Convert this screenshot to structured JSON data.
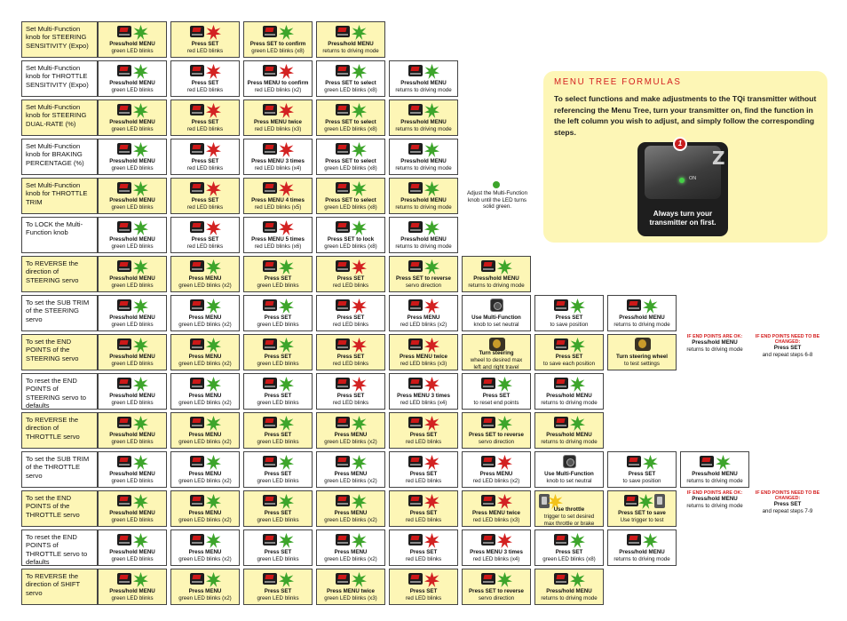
{
  "colors": {
    "accent_red": "#d42020",
    "panel_yellow": "#fdf6b6",
    "led_green": "#3da52b",
    "led_red": "#d32222"
  },
  "icons": {
    "transmitter_switch": "menu-switch-icon",
    "green_led": "green-led-burst-icon",
    "red_led": "red-led-burst-icon",
    "knob": "multi-function-knob-icon",
    "wheel": "steering-wheel-icon",
    "trigger": "throttle-trigger-icon"
  },
  "formula": {
    "title": "MENU TREE FORMULAS",
    "body": "To select functions and make adjustments to the TQi transmitter without referencing the Menu Tree, turn your transmitter on, find the function in the left column you wish to adjust, and simply follow the corresponding steps.",
    "badge": "1",
    "photo_on_label": "ON",
    "photo_model_letter": "Z",
    "caption": "Always turn your transmitter on first."
  },
  "rows": [
    {
      "label": "Set Multi-Function knob for STEERING SENSITIVITY (Expo)",
      "steps": [
        {
          "t1": "Press/hold MENU",
          "t2": "green LED blinks"
        },
        {
          "t1": "Press SET",
          "t2": "red LED blinks"
        },
        {
          "t1": "Press SET to confirm",
          "t2": "green LED blinks (x8)"
        },
        {
          "t1": "Press/hold MENU",
          "t2": "returns to driving mode"
        }
      ]
    },
    {
      "label": "Set Multi-Function knob for THROTTLE SENSITIVITY (Expo)",
      "steps": [
        {
          "t1": "Press/hold MENU",
          "t2": "green LED blinks"
        },
        {
          "t1": "Press SET",
          "t2": "red LED blinks"
        },
        {
          "t1": "Press MENU to confirm",
          "t2": "red LED blinks (x2)"
        },
        {
          "t1": "Press SET to select",
          "t2": "green LED blinks (x8)"
        },
        {
          "t1": "Press/hold MENU",
          "t2": "returns to driving mode"
        }
      ]
    },
    {
      "label": "Set Multi-Function knob for STEERING DUAL-RATE (%)",
      "steps": [
        {
          "t1": "Press/hold MENU",
          "t2": "green LED blinks"
        },
        {
          "t1": "Press SET",
          "t2": "red LED blinks"
        },
        {
          "t1": "Press MENU twice",
          "t2": "red LED blinks (x3)"
        },
        {
          "t1": "Press SET to select",
          "t2": "green LED blinks (x8)"
        },
        {
          "t1": "Press/hold MENU",
          "t2": "returns to driving mode"
        }
      ]
    },
    {
      "label": "Set Multi-Function knob for BRAKING PERCENTAGE (%)",
      "steps": [
        {
          "t1": "Press/hold MENU",
          "t2": "green LED blinks"
        },
        {
          "t1": "Press SET",
          "t2": "red LED blinks"
        },
        {
          "t1": "Press MENU 3 times",
          "t2": "red LED blinks (x4)"
        },
        {
          "t1": "Press SET to select",
          "t2": "green LED blinks (x8)"
        },
        {
          "t1": "Press/hold MENU",
          "t2": "returns to driving mode"
        }
      ]
    },
    {
      "label": "Set Multi-Function knob for THROTTLE TRIM",
      "steps": [
        {
          "t1": "Press/hold MENU",
          "t2": "green LED blinks"
        },
        {
          "t1": "Press SET",
          "t2": "red LED blinks"
        },
        {
          "t1": "Press MENU 4 times",
          "t2": "red LED blinks (x5)"
        },
        {
          "t1": "Press SET to select",
          "t2": "green LED blinks (x8)"
        },
        {
          "t1": "Press/hold MENU",
          "t2": "returns to driving mode"
        }
      ],
      "note": "Adjust the Multi-Function knob until the LED turns solid green."
    },
    {
      "label": "To LOCK the Multi-Function knob",
      "steps": [
        {
          "t1": "Press/hold MENU",
          "t2": "green LED blinks"
        },
        {
          "t1": "Press SET",
          "t2": "red LED blinks"
        },
        {
          "t1": "Press MENU 5 times",
          "t2": "red LED blinks (x6)"
        },
        {
          "t1": "Press SET to lock",
          "t2": "green LED blinks (x8)"
        },
        {
          "t1": "Press/hold MENU",
          "t2": "returns to driving mode"
        }
      ]
    },
    {
      "label": "To REVERSE the direction of STEERING servo",
      "steps": [
        {
          "t1": "Press/hold MENU",
          "t2": "green LED blinks"
        },
        {
          "t1": "Press MENU",
          "t2": "green LED blinks (x2)"
        },
        {
          "t1": "Press SET",
          "t2": "green LED blinks"
        },
        {
          "t1": "Press SET",
          "t2": "red LED blinks"
        },
        {
          "t1": "Press SET to reverse",
          "t2": "servo direction"
        },
        {
          "t1": "Press/hold MENU",
          "t2": "returns to driving mode"
        }
      ]
    },
    {
      "label": "To set the SUB TRIM of the STEERING servo",
      "steps": [
        {
          "t1": "Press/hold MENU",
          "t2": "green LED blinks"
        },
        {
          "t1": "Press MENU",
          "t2": "green LED blinks (x2)"
        },
        {
          "t1": "Press SET",
          "t2": "green LED blinks"
        },
        {
          "t1": "Press SET",
          "t2": "red LED blinks"
        },
        {
          "t1": "Press MENU",
          "t2": "red LED blinks (x2)"
        },
        {
          "t1": "Use Multi-Function",
          "t2": "knob to set neutral"
        },
        {
          "t1": "Press SET",
          "t2": "to save position"
        },
        {
          "t1": "Press/hold MENU",
          "t2": "returns to driving mode"
        }
      ]
    },
    {
      "label": "To set the END POINTS of the STEERING servo",
      "steps": [
        {
          "t1": "Press/hold MENU",
          "t2": "green LED blinks"
        },
        {
          "t1": "Press MENU",
          "t2": "green LED blinks (x2)"
        },
        {
          "t1": "Press SET",
          "t2": "green LED blinks"
        },
        {
          "t1": "Press SET",
          "t2": "red LED blinks"
        },
        {
          "t1": "Press MENU twice",
          "t2": "red LED blinks (x3)"
        },
        {
          "t1": "Turn steering",
          "t2": "wheel to desired max",
          "t3": "left and right travel"
        },
        {
          "t1": "Press SET",
          "t2": "to save each position"
        },
        {
          "t1": "Turn steering wheel",
          "t2": "to test settings"
        }
      ],
      "ok": {
        "warn": "IF END POINTS ARE OK:",
        "t1": "Press/hold MENU",
        "t2": "returns to driving mode"
      },
      "change": {
        "warn": "IF END POINTS NEED TO BE CHANGED:",
        "t1": "Press SET",
        "t2": "and repeat steps 6-8"
      }
    },
    {
      "label": "To reset the END POINTS of STEERING servo to defaults",
      "steps": [
        {
          "t1": "Press/hold MENU",
          "t2": "green LED blinks"
        },
        {
          "t1": "Press MENU",
          "t2": "green LED blinks (x2)"
        },
        {
          "t1": "Press SET",
          "t2": "green LED blinks"
        },
        {
          "t1": "Press SET",
          "t2": "red LED blinks"
        },
        {
          "t1": "Press MENU 3 times",
          "t2": "red LED blinks (x4)"
        },
        {
          "t1": "Press SET",
          "t2": "to reset end points"
        },
        {
          "t1": "Press/hold MENU",
          "t2": "returns to driving mode"
        }
      ]
    },
    {
      "label": "To REVERSE the direction of THROTTLE servo",
      "steps": [
        {
          "t1": "Press/hold MENU",
          "t2": "green LED blinks"
        },
        {
          "t1": "Press MENU",
          "t2": "green LED blinks (x2)"
        },
        {
          "t1": "Press SET",
          "t2": "green LED blinks"
        },
        {
          "t1": "Press MENU",
          "t2": "green LED blinks (x2)"
        },
        {
          "t1": "Press SET",
          "t2": "red LED blinks"
        },
        {
          "t1": "Press SET to reverse",
          "t2": "servo direction"
        },
        {
          "t1": "Press/hold MENU",
          "t2": "returns to driving mode"
        }
      ]
    },
    {
      "label": "To set the SUB TRIM of the THROTTLE servo",
      "steps": [
        {
          "t1": "Press/hold MENU",
          "t2": "green LED blinks"
        },
        {
          "t1": "Press MENU",
          "t2": "green LED blinks (x2)"
        },
        {
          "t1": "Press SET",
          "t2": "green LED blinks"
        },
        {
          "t1": "Press MENU",
          "t2": "green LED blinks (x2)"
        },
        {
          "t1": "Press SET",
          "t2": "red LED blinks"
        },
        {
          "t1": "Press MENU",
          "t2": "red LED blinks (x2)"
        },
        {
          "t1": "Use Multi-Function",
          "t2": "knob to set neutral"
        },
        {
          "t1": "Press SET",
          "t2": "to save position"
        },
        {
          "t1": "Press/hold MENU",
          "t2": "returns to driving mode"
        }
      ]
    },
    {
      "label": "To set the END POINTS of the THROTTLE servo",
      "steps": [
        {
          "t1": "Press/hold MENU",
          "t2": "green LED blinks"
        },
        {
          "t1": "Press MENU",
          "t2": "green LED blinks (x2)"
        },
        {
          "t1": "Press SET",
          "t2": "green LED blinks"
        },
        {
          "t1": "Press MENU",
          "t2": "green LED blinks (x2)"
        },
        {
          "t1": "Press SET",
          "t2": "red LED blinks"
        },
        {
          "t1": "Press MENU twice",
          "t2": "red LED blinks (x3)"
        },
        {
          "t1": "Use throttle",
          "t2": "trigger to set desired",
          "t3": "max throttle or brake"
        },
        {
          "t1": "Press SET to save",
          "t2": "Use trigger to test"
        }
      ],
      "ok": {
        "warn": "IF END POINTS ARE OK:",
        "t1": "Press/hold MENU",
        "t2": "returns to driving mode"
      },
      "change": {
        "warn": "IF END POINTS NEED TO BE CHANGED:",
        "t1": "Press SET",
        "t2": "and repeat steps 7-9"
      }
    },
    {
      "label": "To reset the END POINTS of THROTTLE servo to defaults",
      "steps": [
        {
          "t1": "Press/hold MENU",
          "t2": "green LED blinks"
        },
        {
          "t1": "Press MENU",
          "t2": "green LED blinks (x2)"
        },
        {
          "t1": "Press SET",
          "t2": "green LED blinks"
        },
        {
          "t1": "Press MENU",
          "t2": "green LED blinks (x2)"
        },
        {
          "t1": "Press SET",
          "t2": "red LED blinks"
        },
        {
          "t1": "Press MENU 3 times",
          "t2": "red LED blinks (x4)"
        },
        {
          "t1": "Press SET",
          "t2": "green LED blinks (x8)"
        },
        {
          "t1": "Press/hold MENU",
          "t2": "returns to driving mode"
        }
      ]
    },
    {
      "label": "To REVERSE the direction of SHIFT servo",
      "steps": [
        {
          "t1": "Press/hold MENU",
          "t2": "green LED blinks"
        },
        {
          "t1": "Press MENU",
          "t2": "green LED blinks (x2)"
        },
        {
          "t1": "Press SET",
          "t2": "green LED blinks"
        },
        {
          "t1": "Press MENU twice",
          "t2": "green LED blinks (x3)"
        },
        {
          "t1": "Press SET",
          "t2": "red LED blinks"
        },
        {
          "t1": "Press SET to reverse",
          "t2": "servo direction"
        },
        {
          "t1": "Press/hold MENU",
          "t2": "returns to driving mode"
        }
      ]
    }
  ]
}
